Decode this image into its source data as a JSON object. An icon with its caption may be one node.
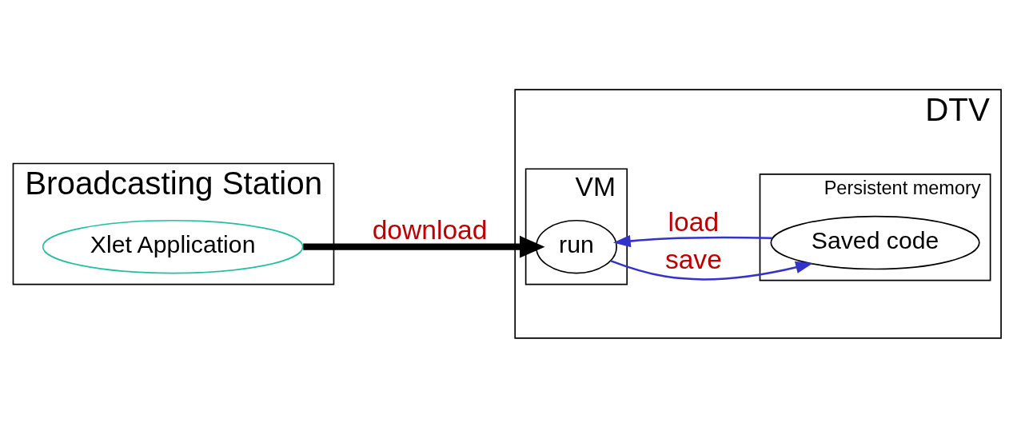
{
  "diagram": {
    "nodes": [
      {
        "text": [
          "Broadcasting Station"
        ]
      },
      {
        "text": [
          "Xlet Application"
        ],
        "in": 0
      },
      {
        "text": [
          "DTV"
        ]
      },
      {
        "text": [
          "VM"
        ],
        "in": 2
      },
      {
        "text": [
          "run"
        ],
        "in": 3
      },
      {
        "text": [
          "Persistent memory"
        ],
        "in": 2
      },
      {
        "text": [
          "Saved code"
        ],
        "in": 5
      }
    ],
    "edges": [
      {
        "from": 1,
        "to": 4,
        "arrow": "to",
        "label": "download",
        "style": "thick",
        "color": "#000000"
      },
      {
        "from": 4,
        "to": 6,
        "arrow": "to",
        "label": "save"
      },
      {
        "from": 6,
        "to": 4,
        "arrow": "to",
        "label": "load"
      }
    ]
  }
}
